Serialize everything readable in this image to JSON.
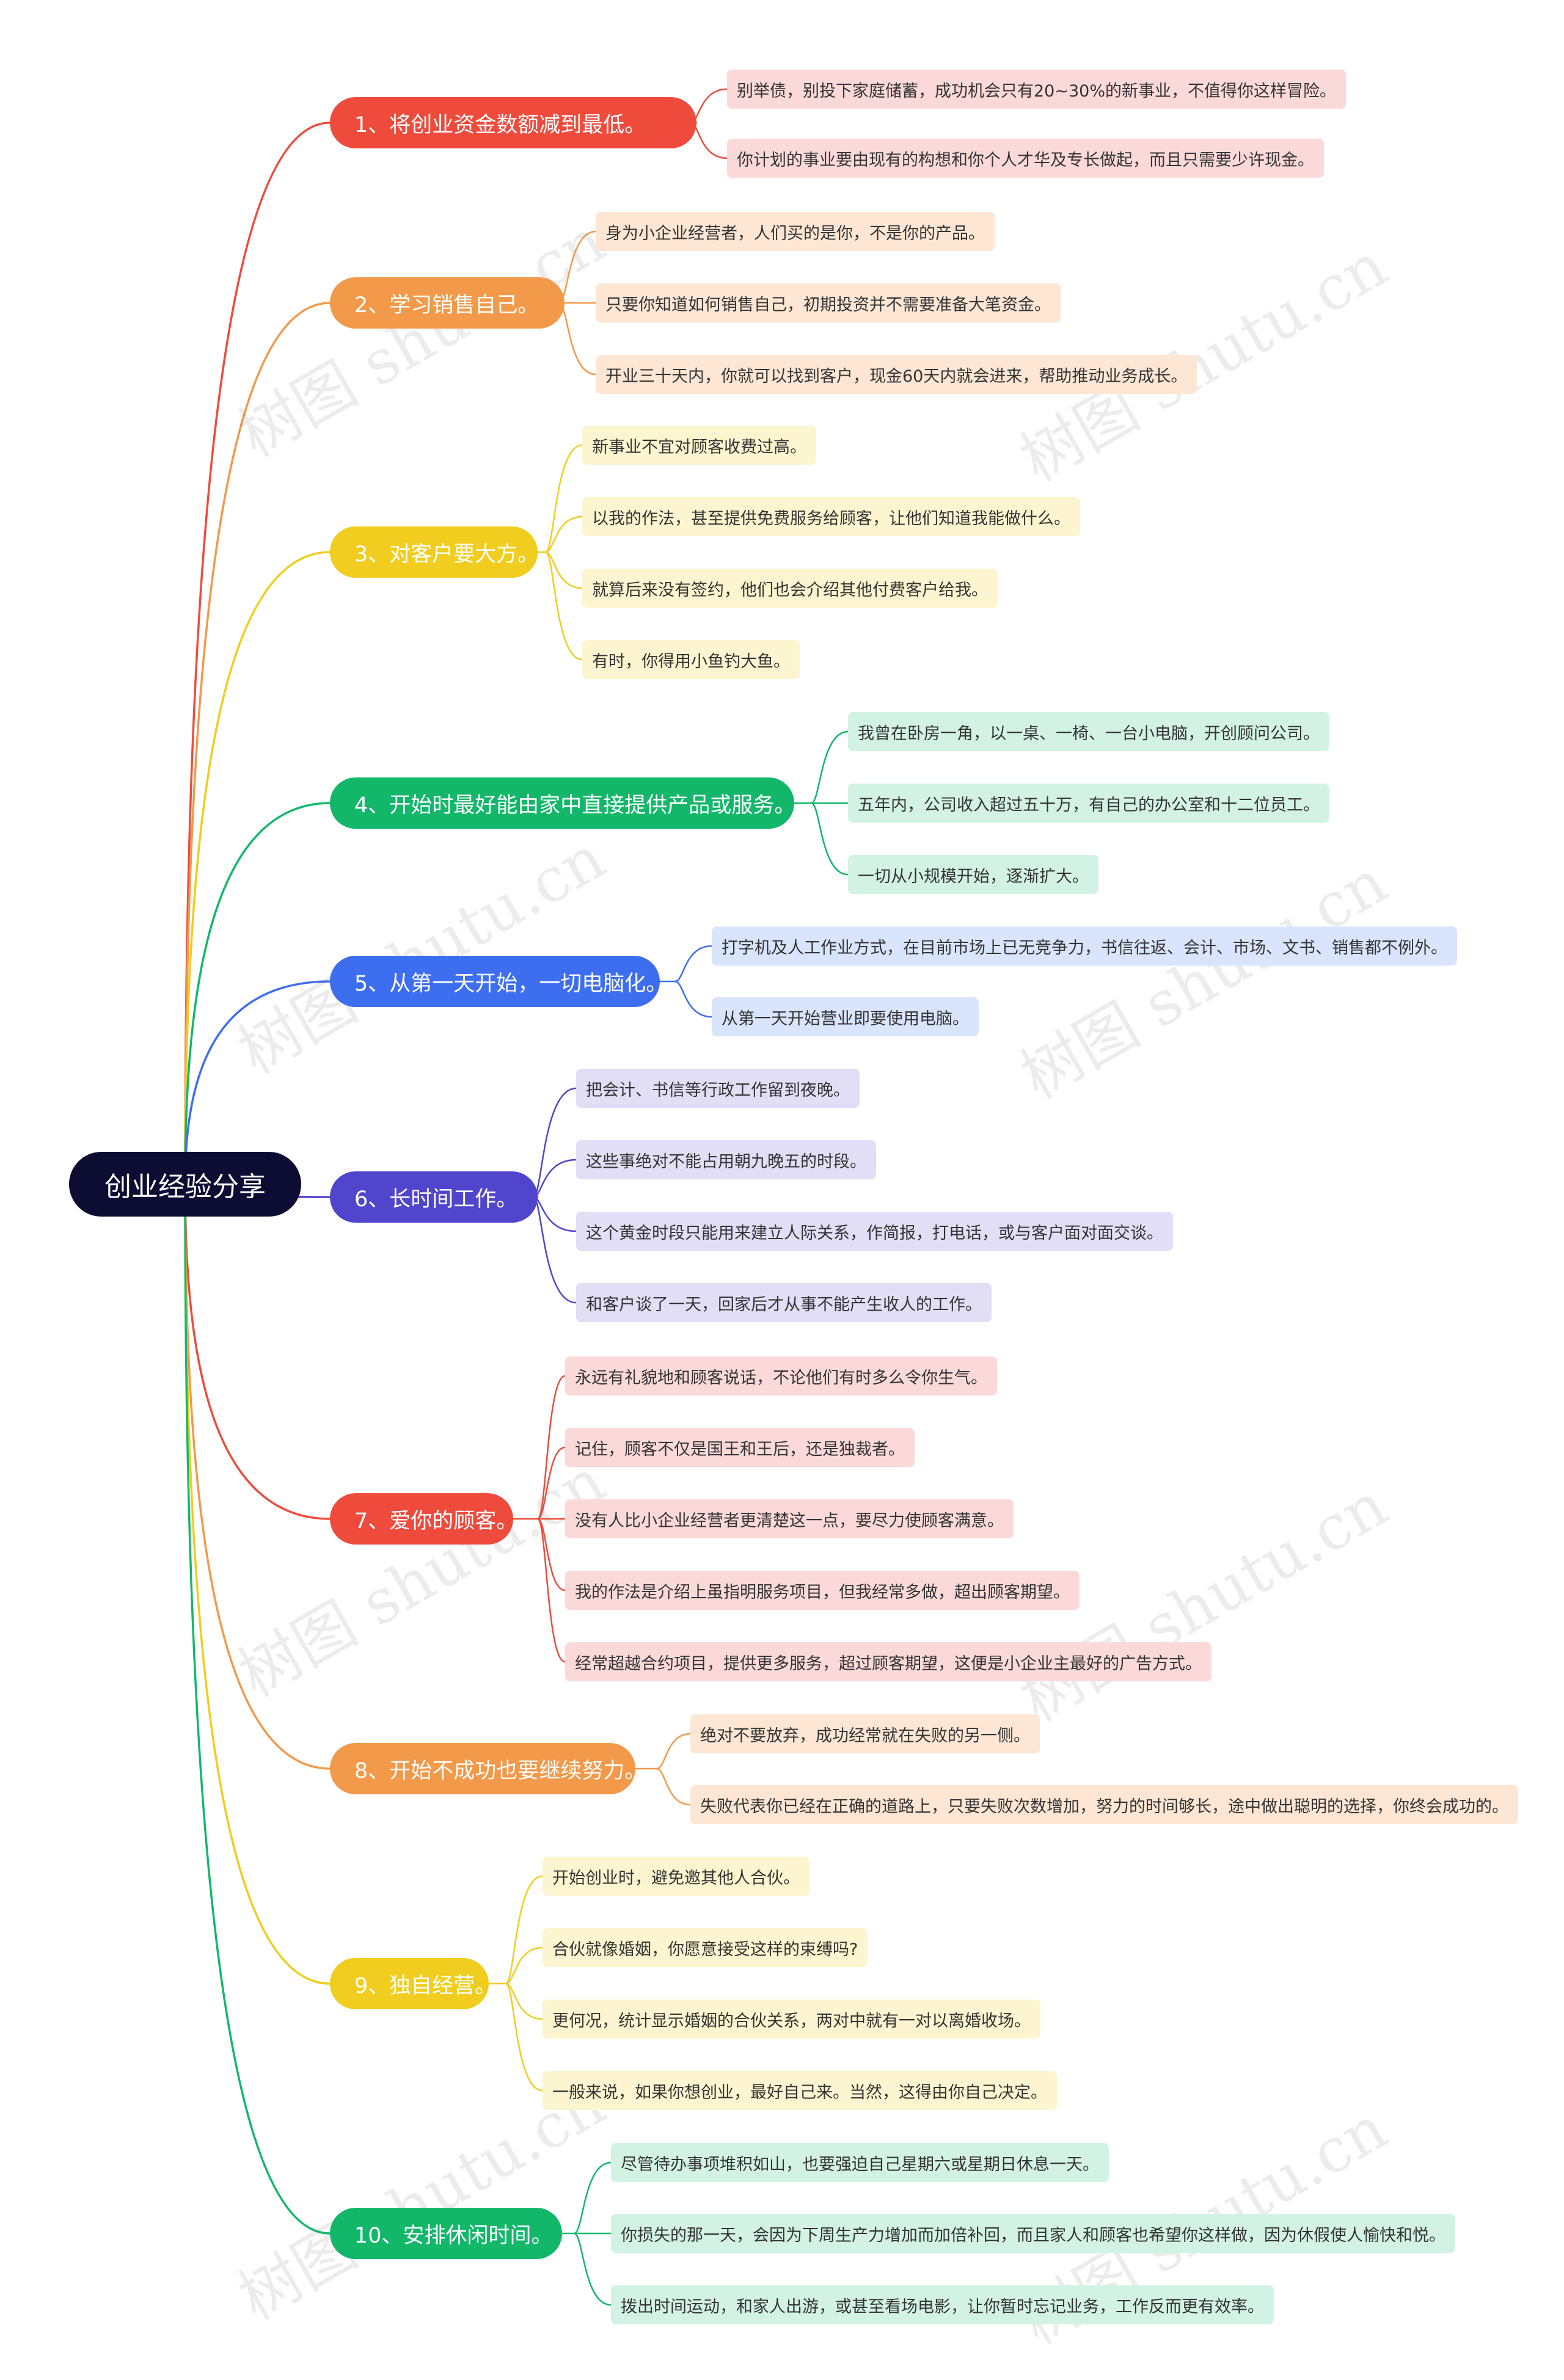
{
  "root": {
    "label": "创业经验分享"
  },
  "watermark": "树图 shutu.cn",
  "branches": [
    {
      "label": "1、将创业资金数额减到最低。",
      "color": "#ee4b3c",
      "leaf_bg": "#fcd9d9",
      "leaves": [
        "别举债，别投下家庭储蓄，成功机会只有20~30%的新事业，不值得你这样冒险。",
        "你计划的事业要由现有的构想和你个人才华及专长做起，而且只需要少许现金。"
      ]
    },
    {
      "label": "2、学习销售自己。",
      "color": "#f2994a",
      "leaf_bg": "#fde6d3",
      "leaves": [
        "身为小企业经营者，人们买的是你，不是你的产品。",
        "只要你知道如何销售自己，初期投资并不需要准备大笔资金。",
        "开业三十天内，你就可以找到客户，现金60天内就会进来，帮助推动业务成长。"
      ]
    },
    {
      "label": "3、对客户要大方。",
      "color": "#f0cd1e",
      "leaf_bg": "#fdf5cf",
      "leaves": [
        "新事业不宜对顾客收费过高。",
        "以我的作法，甚至提供免费服务给顾客，让他们知道我能做什么。",
        "就算后来没有签约，他们也会介绍其他付费客户给我。",
        "有时，你得用小鱼钓大鱼。"
      ]
    },
    {
      "label": "4、开始时最好能由家中直接提供产品或服务。",
      "color": "#12b76a",
      "leaf_bg": "#d2f3e3",
      "leaves": [
        "我曾在卧房一角，以一桌、一椅、一台小电脑，开创顾问公司。",
        "五年内，公司收入超过五十万，有自己的办公室和十二位员工。",
        "一切从小规模开始，逐渐扩大。"
      ]
    },
    {
      "label": "5、从第一天开始，一切电脑化。",
      "color": "#3e6ef0",
      "leaf_bg": "#d9e4fd",
      "leaves": [
        "打字机及人工作业方式，在目前市场上已无竞争力，书信往返、会计、市场、文书、销售都不例外。",
        "从第一天开始营业即要使用电脑。"
      ]
    },
    {
      "label": "6、长时间工作。",
      "color": "#5145cd",
      "leaf_bg": "#e1def6",
      "leaves": [
        "把会计、书信等行政工作留到夜晚。",
        "这些事绝对不能占用朝九晚五的时段。",
        "这个黄金时段只能用来建立人际关系，作简报，打电话，或与客户面对面交谈。",
        "和客户谈了一天，回家后才从事不能产生收人的工作。"
      ]
    },
    {
      "label": "7、爱你的顾客。",
      "color": "#ee4b3c",
      "leaf_bg": "#fcd9d9",
      "leaves": [
        "永远有礼貌地和顾客说话，不论他们有时多么令你生气。",
        "记住，顾客不仅是国王和王后，还是独裁者。",
        "没有人比小企业经营者更清楚这一点，要尽力使顾客满意。",
        "我的作法是介绍上虽指明服务项目，但我经常多做，超出顾客期望。",
        "经常超越合约项目，提供更多服务，超过顾客期望，这便是小企业主最好的广告方式。"
      ]
    },
    {
      "label": "8、开始不成功也要继续努力。",
      "color": "#f2994a",
      "leaf_bg": "#fde6d3",
      "leaves": [
        "绝对不要放弃，成功经常就在失败的另一侧。",
        "失败代表你已经在正确的道路上，只要失败次数增加，努力的时间够长，途中做出聪明的选择，你终会成功的。"
      ]
    },
    {
      "label": "9、独自经营。",
      "color": "#f0cd1e",
      "leaf_bg": "#fdf5cf",
      "leaves": [
        "开始创业时，避免邀其他人合伙。",
        "合伙就像婚姻，你愿意接受这样的束缚吗?",
        "更何况，统计显示婚姻的合伙关系，两对中就有一对以离婚收场。",
        "一般来说，如果你想创业，最好自己来。当然，这得由你自己决定。"
      ]
    },
    {
      "label": "10、安排休闲时间。",
      "color": "#12b76a",
      "leaf_bg": "#d2f3e3",
      "leaves": [
        "尽管待办事项堆积如山，也要强迫自己星期六或星期日休息一天。",
        "你损失的那一天，会因为下周生产力增加而加倍补回，而且家人和顾客也希望你这样做，因为休假使人愉快和悦。",
        "拨出时间运动，和家人出游，或甚至看场电影，让你暂时忘记业务，工作反而更有效率。"
      ]
    }
  ]
}
